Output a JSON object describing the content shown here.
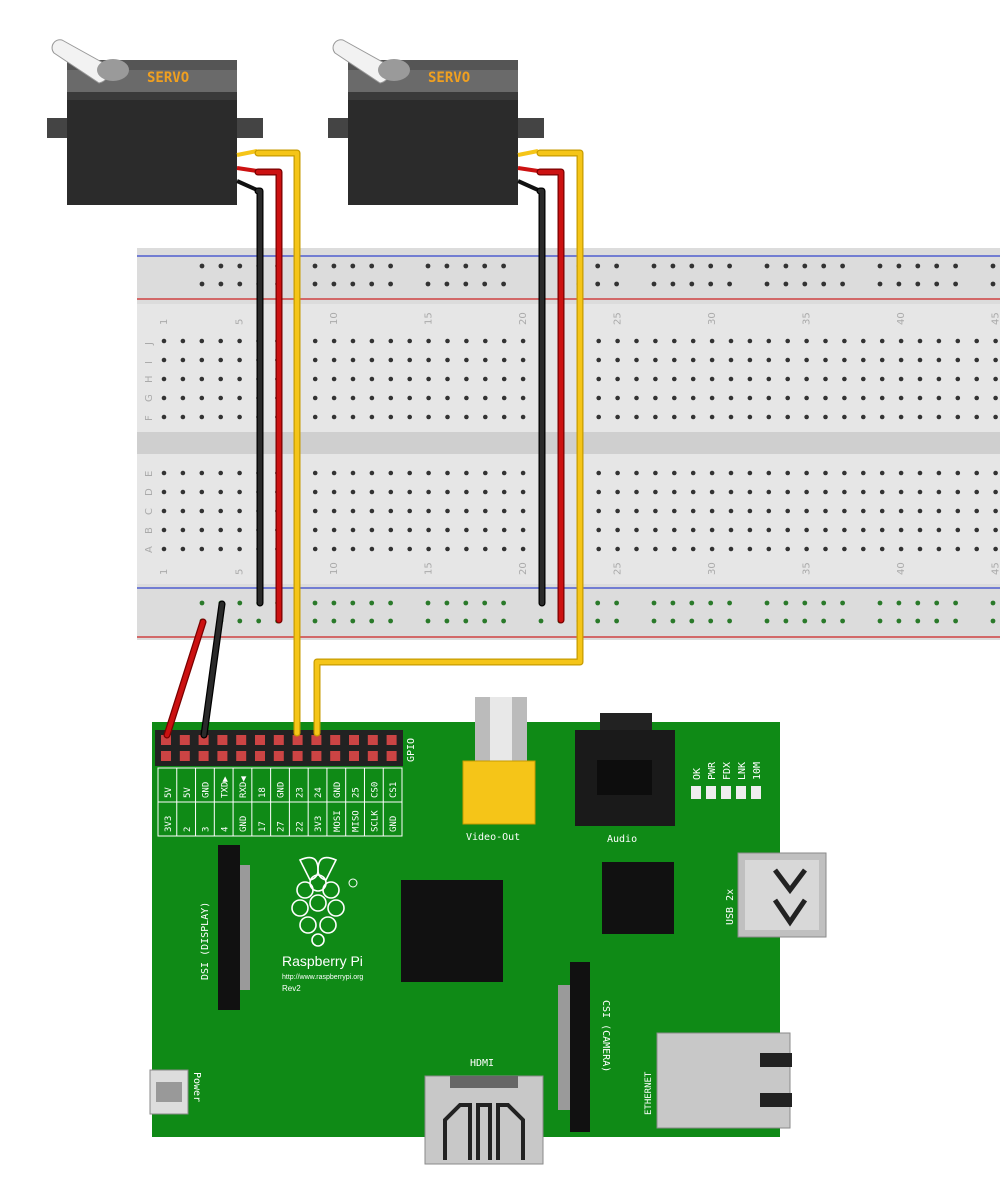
{
  "servos": [
    {
      "label": "SERVO"
    },
    {
      "label": "SERVO"
    }
  ],
  "breadboard": {
    "col_numbers": [
      "1",
      "5",
      "10",
      "15",
      "20",
      "25",
      "30",
      "35",
      "40",
      "45"
    ],
    "row_letters_top": [
      "J",
      "I",
      "H",
      "G",
      "F"
    ],
    "row_letters_bottom": [
      "E",
      "D",
      "C",
      "B",
      "A"
    ]
  },
  "pi": {
    "gpio_label": "GPIO",
    "pin_labels_top": [
      "5V",
      "5V",
      "GND",
      "TXD▶",
      "RXD◀",
      "18",
      "GND",
      "23",
      "24",
      "GND",
      "25",
      "CS0",
      "CS1"
    ],
    "pin_labels_bottom": [
      "3V3",
      "2",
      "3",
      "4",
      "GND",
      "17",
      "27",
      "22",
      "3V3",
      "MOSI",
      "MISO",
      "SCLK",
      "GND"
    ],
    "video_out": "Video-Out",
    "audio": "Audio",
    "leds": [
      "OK",
      "PWR",
      "FDX",
      "LNK",
      "10M"
    ],
    "usb": "USB 2x",
    "dsi": "DSI (DISPLAY)",
    "csi": "CSI (CAMERA)",
    "brand": "Raspberry Pi",
    "url": "http://www.raspberrypi.org",
    "rev": "Rev2",
    "hdmi": "HDMI",
    "ethernet": "ETHERNET",
    "power": "Power"
  },
  "colors": {
    "board_green": "#0f8a16",
    "wire_yellow": "#f5c518",
    "wire_red": "#cc1111",
    "wire_black": "#1a1a1a",
    "servo_body": "#2b2b2b",
    "servo_label": "#f0a020"
  }
}
